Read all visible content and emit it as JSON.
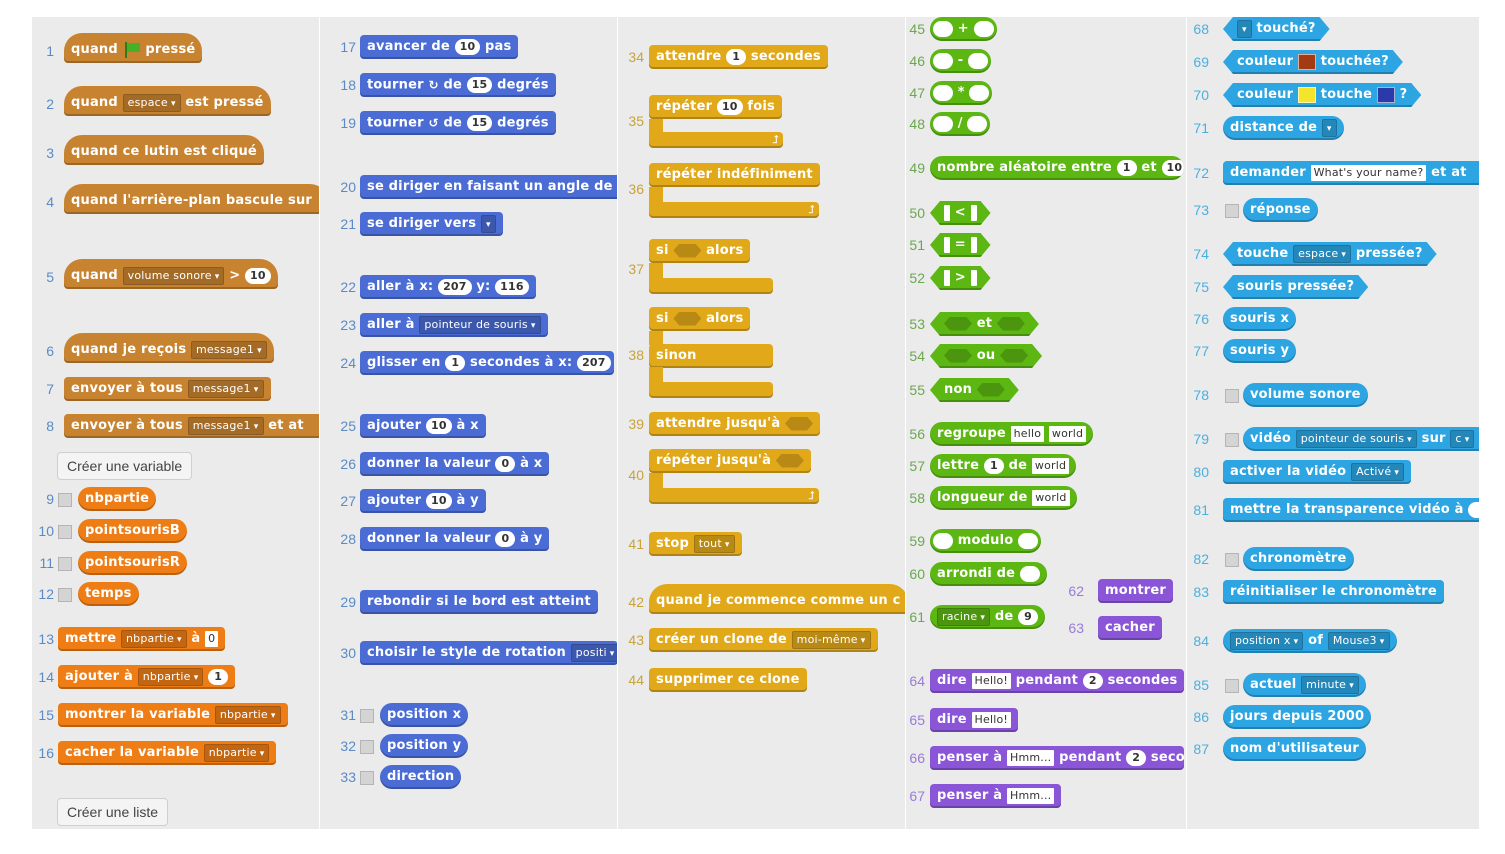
{
  "buttons": {
    "create_variable": "Créer une variable",
    "create_list": "Créer une liste"
  },
  "col1": {
    "b1": {
      "n": "1",
      "a": "quand",
      "b": "pressé"
    },
    "b2": {
      "n": "2",
      "a": "quand",
      "key": "espace",
      "b": "est pressé"
    },
    "b3": {
      "n": "3",
      "a": "quand ce lutin est cliqué"
    },
    "b4": {
      "n": "4",
      "a": "quand l'arrière-plan bascule sur"
    },
    "b5": {
      "n": "5",
      "a": "quand",
      "menu": "volume sonore",
      "op": ">",
      "val": "10"
    },
    "b6": {
      "n": "6",
      "a": "quand je reçois",
      "msg": "message1"
    },
    "b7": {
      "n": "7",
      "a": "envoyer à tous",
      "msg": "message1"
    },
    "b8": {
      "n": "8",
      "a": "envoyer à tous",
      "msg": "message1",
      "b": "et at"
    },
    "v9": {
      "n": "9",
      "label": "nbpartie"
    },
    "v10": {
      "n": "10",
      "label": "pointsourisB"
    },
    "v11": {
      "n": "11",
      "label": "pointsourisR"
    },
    "v12": {
      "n": "12",
      "label": "temps"
    },
    "b13": {
      "n": "13",
      "a": "mettre",
      "var": "nbpartie",
      "b": "à",
      "val": "0"
    },
    "b14": {
      "n": "14",
      "a": "ajouter à",
      "var": "nbpartie",
      "val": "1"
    },
    "b15": {
      "n": "15",
      "a": "montrer la variable",
      "var": "nbpartie"
    },
    "b16": {
      "n": "16",
      "a": "cacher la variable",
      "var": "nbpartie"
    }
  },
  "col2": {
    "b17": {
      "n": "17",
      "a": "avancer de",
      "val": "10",
      "b": "pas"
    },
    "b18": {
      "n": "18",
      "a": "tourner",
      "b": "de",
      "val": "15",
      "c": "degrés"
    },
    "b19": {
      "n": "19",
      "a": "tourner",
      "b": "de",
      "val": "15",
      "c": "degrés"
    },
    "b20": {
      "n": "20",
      "a": "se diriger en faisant un angle de"
    },
    "b21": {
      "n": "21",
      "a": "se diriger vers"
    },
    "b22": {
      "n": "22",
      "a": "aller à x:",
      "x": "207",
      "b": "y:",
      "y": "116"
    },
    "b23": {
      "n": "23",
      "a": "aller à",
      "menu": "pointeur de souris"
    },
    "b24": {
      "n": "24",
      "a": "glisser en",
      "val": "1",
      "b": "secondes à x:",
      "x": "207"
    },
    "b25": {
      "n": "25",
      "a": "ajouter",
      "val": "10",
      "b": "à x"
    },
    "b26": {
      "n": "26",
      "a": "donner la valeur",
      "val": "0",
      "b": "à x"
    },
    "b27": {
      "n": "27",
      "a": "ajouter",
      "val": "10",
      "b": "à y"
    },
    "b28": {
      "n": "28",
      "a": "donner la valeur",
      "val": "0",
      "b": "à y"
    },
    "b29": {
      "n": "29",
      "a": "rebondir si le bord est atteint"
    },
    "b30": {
      "n": "30",
      "a": "choisir le style de rotation",
      "menu": "positi"
    },
    "b31": {
      "n": "31",
      "label": "position x"
    },
    "b32": {
      "n": "32",
      "label": "position y"
    },
    "b33": {
      "n": "33",
      "label": "direction"
    }
  },
  "col3": {
    "b34": {
      "n": "34",
      "a": "attendre",
      "val": "1",
      "b": "secondes"
    },
    "b35": {
      "n": "35",
      "a": "répéter",
      "val": "10",
      "b": "fois"
    },
    "b36": {
      "n": "36",
      "a": "répéter indéfiniment"
    },
    "b37": {
      "n": "37",
      "a": "si",
      "b": "alors"
    },
    "b38": {
      "n": "38",
      "a": "si",
      "b": "alors",
      "c": "sinon"
    },
    "b39": {
      "n": "39",
      "a": "attendre jusqu'à"
    },
    "b40": {
      "n": "40",
      "a": "répéter jusqu'à"
    },
    "b41": {
      "n": "41",
      "a": "stop",
      "menu": "tout"
    },
    "b42": {
      "n": "42",
      "a": "quand je commence comme un c"
    },
    "b43": {
      "n": "43",
      "a": "créer un clone de",
      "menu": "moi-même"
    },
    "b44": {
      "n": "44",
      "a": "supprimer ce clone"
    }
  },
  "col4": {
    "b45": {
      "n": "45",
      "op": "+"
    },
    "b46": {
      "n": "46",
      "op": "-"
    },
    "b47": {
      "n": "47",
      "op": "*"
    },
    "b48": {
      "n": "48",
      "op": "/"
    },
    "b49": {
      "n": "49",
      "a": "nombre aléatoire entre",
      "v1": "1",
      "b": "et",
      "v2": "10"
    },
    "b50": {
      "n": "50",
      "op": "<"
    },
    "b51": {
      "n": "51",
      "op": "="
    },
    "b52": {
      "n": "52",
      "op": ">"
    },
    "b53": {
      "n": "53",
      "a": "et"
    },
    "b54": {
      "n": "54",
      "a": "ou"
    },
    "b55": {
      "n": "55",
      "a": "non"
    },
    "b56": {
      "n": "56",
      "a": "regroupe",
      "t1": "hello",
      "t2": "world"
    },
    "b57": {
      "n": "57",
      "a": "lettre",
      "val": "1",
      "b": "de",
      "t1": "world"
    },
    "b58": {
      "n": "58",
      "a": "longueur de",
      "t1": "world"
    },
    "b59": {
      "n": "59",
      "a": "modulo"
    },
    "b60": {
      "n": "60",
      "a": "arrondi de"
    },
    "b61": {
      "n": "61",
      "menu": "racine",
      "b": "de",
      "val": "9"
    },
    "b62": {
      "n": "62",
      "a": "montrer"
    },
    "b63": {
      "n": "63",
      "a": "cacher"
    },
    "b64": {
      "n": "64",
      "a": "dire",
      "t1": "Hello!",
      "b": "pendant",
      "val": "2",
      "c": "secondes"
    },
    "b65": {
      "n": "65",
      "a": "dire",
      "t1": "Hello!"
    },
    "b66": {
      "n": "66",
      "a": "penser à",
      "t1": "Hmm...",
      "b": "pendant",
      "val": "2",
      "c": "seco"
    },
    "b67": {
      "n": "67",
      "a": "penser à",
      "t1": "Hmm..."
    }
  },
  "col5": {
    "b68": {
      "n": "68",
      "a": "touché?"
    },
    "b69": {
      "n": "69",
      "a": "couleur",
      "b": "touchée?",
      "c1": "#a33a12"
    },
    "b70": {
      "n": "70",
      "a": "couleur",
      "b": "touche",
      "c": "?",
      "c1": "#f4e42a",
      "c2": "#2a3aa8"
    },
    "b71": {
      "n": "71",
      "a": "distance de"
    },
    "b72": {
      "n": "72",
      "a": "demander",
      "t1": "What's your name?",
      "b": "et at"
    },
    "b73": {
      "n": "73",
      "label": "réponse"
    },
    "b74": {
      "n": "74",
      "a": "touche",
      "menu": "espace",
      "b": "pressée?"
    },
    "b75": {
      "n": "75",
      "a": "souris pressée?"
    },
    "b76": {
      "n": "76",
      "label": "souris x"
    },
    "b77": {
      "n": "77",
      "label": "souris y"
    },
    "b78": {
      "n": "78",
      "label": "volume sonore"
    },
    "b79": {
      "n": "79",
      "a": "vidéo",
      "menu": "pointeur de souris",
      "b": "sur",
      "c": "c"
    },
    "b80": {
      "n": "80",
      "a": "activer la vidéo",
      "menu": "Activé"
    },
    "b81": {
      "n": "81",
      "a": "mettre la transparence vidéo à"
    },
    "b82": {
      "n": "82",
      "label": "chronomètre"
    },
    "b83": {
      "n": "83",
      "a": "réinitialiser le chronomètre"
    },
    "b84": {
      "n": "84",
      "menu": "position x",
      "b": "of",
      "menu2": "Mouse3"
    },
    "b85": {
      "n": "85",
      "a": "actuel",
      "menu": "minute"
    },
    "b86": {
      "n": "86",
      "label": "jours depuis 2000"
    },
    "b87": {
      "n": "87",
      "label": "nom d'utilisateur"
    }
  },
  "colors": {
    "events": "#c88330",
    "control": "#e1a91a",
    "motion": "#4a6cd4",
    "operators": "#5cb712",
    "looks": "#8a55d7",
    "sensing": "#2ca5e2",
    "variables": "#ee7d16",
    "lists": "#cc5b22"
  }
}
